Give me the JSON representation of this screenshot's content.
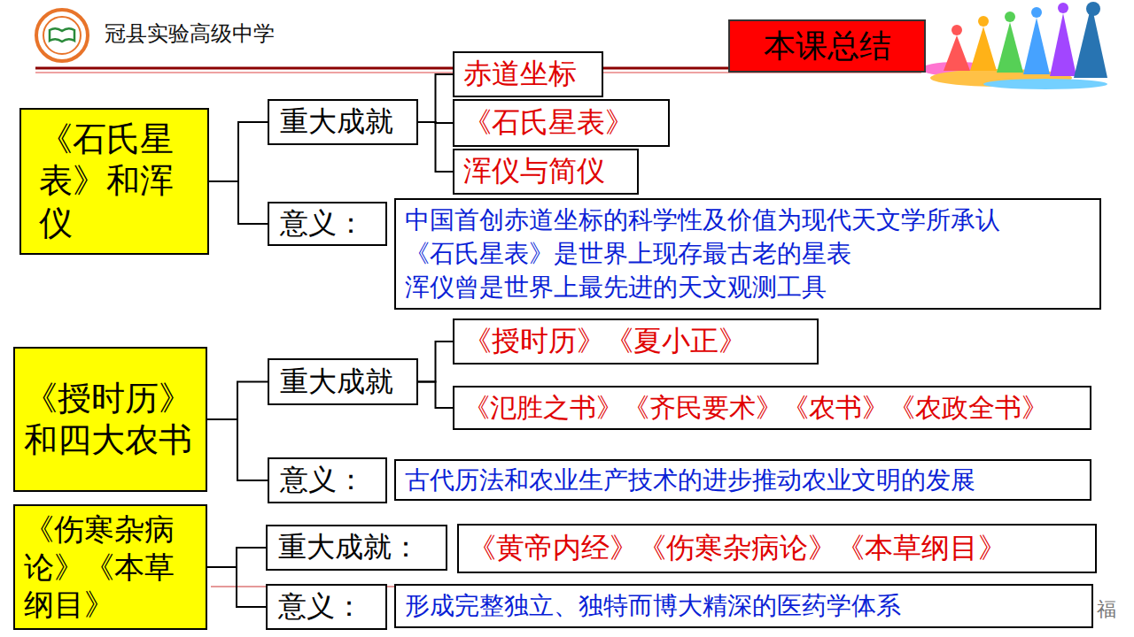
{
  "diagram": {
    "nodes": [
      {
        "text": [
          "本课总结"
        ]
      },
      {
        "text": [
          "《石氏星表》和浑仪"
        ]
      },
      {
        "text": [
          "重大成就"
        ]
      },
      {
        "text": [
          "赤道坐标"
        ]
      },
      {
        "text": [
          "《石氏星表》"
        ]
      },
      {
        "text": [
          "浑仪与简仪"
        ]
      },
      {
        "text": [
          "意义："
        ]
      },
      {
        "text": [
          "中国首创赤道坐标的科学性及价值为现代天文学所承认",
          "《石氏星表》是世界上现存最古老的星表",
          "浑仪曾是世界上最先进的天文观测工具"
        ]
      },
      {
        "text": [
          "《授时历》和四大农书"
        ]
      },
      {
        "text": [
          "重大成就"
        ]
      },
      {
        "text": [
          "《授时历》《夏小正》"
        ]
      },
      {
        "text": [
          "《氾胜之书》《齐民要术》《农书》《农政全书》"
        ]
      },
      {
        "text": [
          "意义："
        ]
      },
      {
        "text": [
          "古代历法和农业生产技术的进步推动农业文明的发展"
        ]
      },
      {
        "text": [
          "《伤寒杂病论》《本草纲目》"
        ]
      },
      {
        "text": [
          "重大成就："
        ]
      },
      {
        "text": [
          "《黄帝内经》《伤寒杂病论》《本草纲目》"
        ]
      },
      {
        "text": [
          "意义："
        ]
      },
      {
        "text": [
          "形成完整独立、独特而博大精深的医药学体系"
        ]
      }
    ],
    "edges": [
      {
        "from": 1,
        "to": 2,
        "arrow": "none"
      },
      {
        "from": 1,
        "to": 6,
        "arrow": "none"
      },
      {
        "from": 2,
        "to": 3,
        "arrow": "none"
      },
      {
        "from": 2,
        "to": 4,
        "arrow": "none"
      },
      {
        "from": 2,
        "to": 5,
        "arrow": "none"
      },
      {
        "from": 8,
        "to": 9,
        "arrow": "none"
      },
      {
        "from": 8,
        "to": 12,
        "arrow": "none"
      },
      {
        "from": 9,
        "to": 10,
        "arrow": "none"
      },
      {
        "from": 9,
        "to": 11,
        "arrow": "none"
      },
      {
        "from": 14,
        "to": 15,
        "arrow": "none"
      },
      {
        "from": 14,
        "to": 17,
        "arrow": "none"
      }
    ],
    "labels": [
      "冠县实验高级中学",
      "福"
    ]
  }
}
